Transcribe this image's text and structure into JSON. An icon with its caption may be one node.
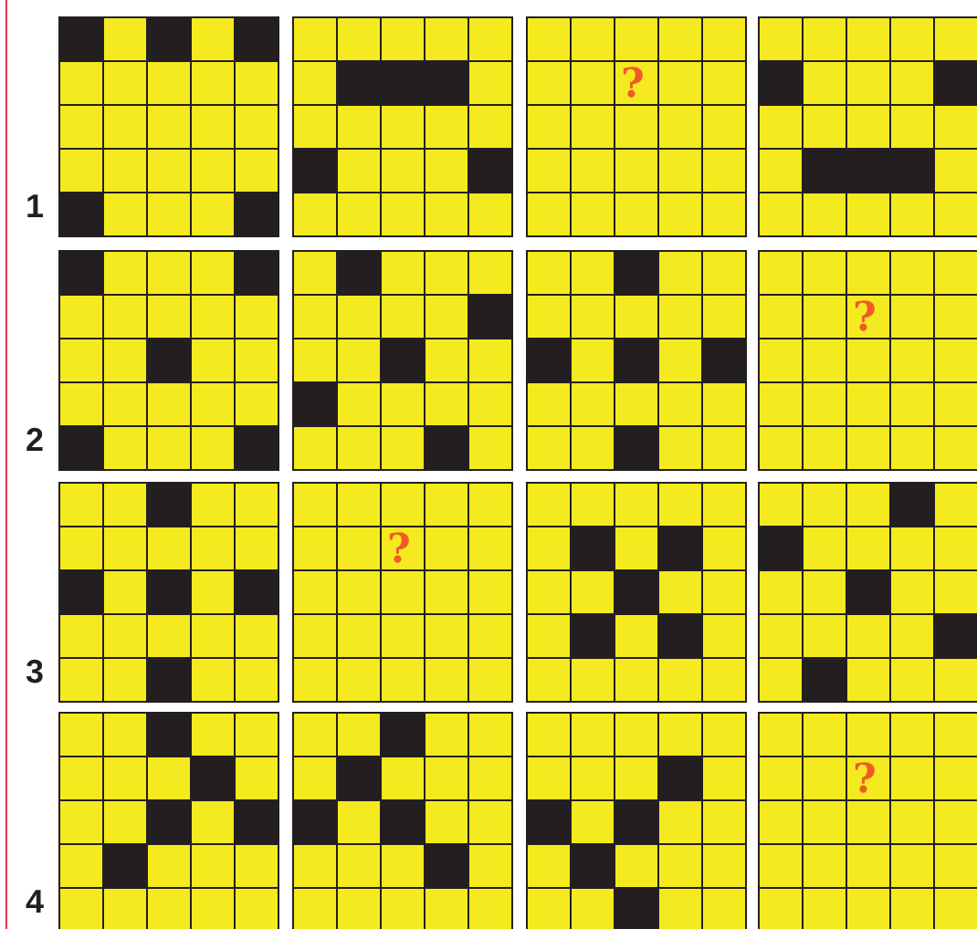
{
  "diagram": {
    "labels": [
      "?",
      "1",
      "?",
      "2",
      "?",
      "3",
      "?",
      "4"
    ]
  }
}
